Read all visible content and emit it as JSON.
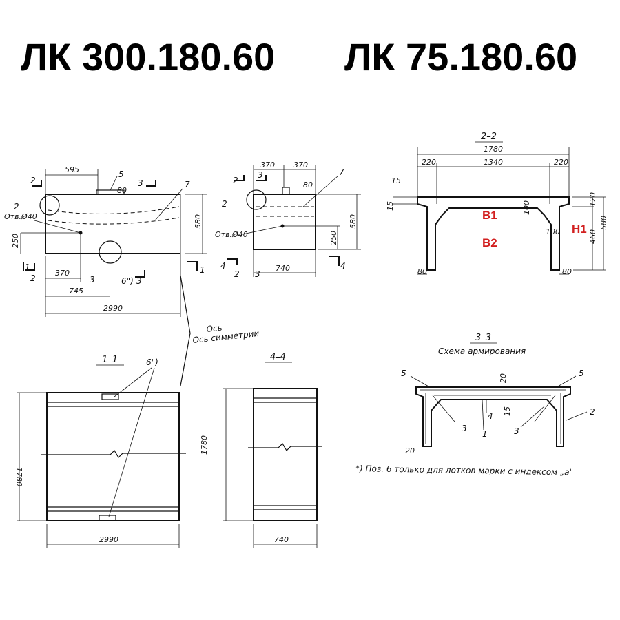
{
  "titles": {
    "left": "ЛК 300.180.60",
    "right": "ЛК 75.180.60"
  },
  "view_a": {
    "dims": {
      "d595": "595",
      "d80": "80",
      "d580": "580",
      "d250": "250",
      "d370": "370",
      "d745": "745",
      "d2990": "2990"
    },
    "labels": {
      "p5": "5",
      "p7": "7",
      "p2": "2",
      "p3": "3",
      "p6": "6\")",
      "hole": "Отв.Ø40",
      "s2a": "2",
      "s2b": "2",
      "s3a": "3",
      "s3b": "3",
      "s1a": "1",
      "s1b": "1"
    }
  },
  "view_b": {
    "dims": {
      "d370a": "370",
      "d370b": "370",
      "d80": "80",
      "d580": "580",
      "d250": "250",
      "d740": "740"
    },
    "labels": {
      "p7": "7",
      "p2": "2",
      "hole": "Отв.Ø40",
      "s2a": "2",
      "s2b": "2",
      "s3a": "3",
      "s3b": "3",
      "s4a": "4",
      "s4b": "4"
    }
  },
  "section_22": {
    "title": "2–2",
    "dims": {
      "d1780": "1780",
      "d220a": "220",
      "d1340": "1340",
      "d220b": "220",
      "d15a": "15",
      "d15b": "15",
      "d120": "120",
      "d580": "580",
      "d460": "460",
      "d100a": "100",
      "d100b": "100",
      "d80a": "80",
      "d80b": "80"
    },
    "markers": {
      "b1": "B1",
      "b2": "B2",
      "h1": "H1"
    }
  },
  "axis_note": "Ось симметрии",
  "section_11": {
    "title": "1–1",
    "p6": "6\")",
    "d1780": "1780",
    "d2990": "2990"
  },
  "section_44": {
    "title": "4–4",
    "d1780": "1780",
    "d740": "740"
  },
  "section_33": {
    "title": "3–3",
    "subtitle": "Схема армирования",
    "labels": {
      "p5a": "5",
      "p5b": "5",
      "p20a": "20",
      "p20b": "20",
      "p15": "15",
      "p4": "4",
      "p3a": "3",
      "p3b": "3",
      "p1": "1",
      "p2": "2"
    }
  },
  "footnote": "*) Поз. 6 только для лотков марки с индексом „а\"",
  "colors": {
    "marker": "#d21f1f",
    "ink": "#111111"
  }
}
